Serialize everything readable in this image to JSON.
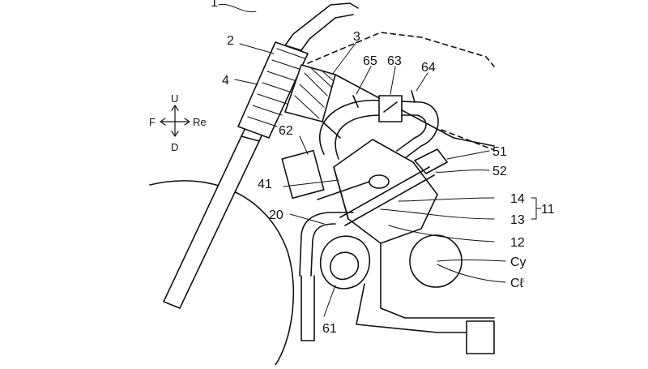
{
  "figure": {
    "direction_indicator": {
      "up": "U",
      "down": "D",
      "front": "F",
      "rear": "Re"
    },
    "reference_numerals": {
      "n1": "1",
      "n2": "2",
      "n3": "3",
      "n4": "4",
      "n11": "11",
      "n12": "12",
      "n13": "13",
      "n14": "14",
      "n20": "20",
      "n41": "41",
      "n51": "51",
      "n52": "52",
      "n61": "61",
      "n62": "62",
      "n63": "63",
      "n64": "64",
      "n65": "65",
      "cy": "Cy",
      "cl": "Cℓ"
    }
  }
}
